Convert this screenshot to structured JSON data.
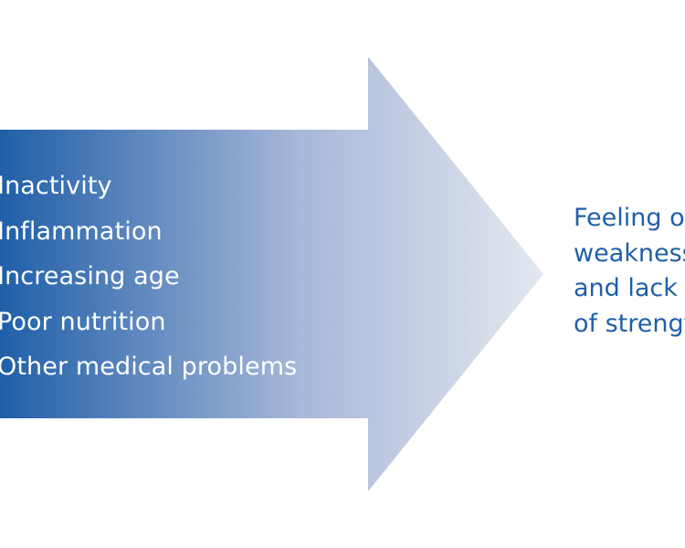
{
  "causes": [
    "Inactivity",
    "Inflammation",
    "Increasing age",
    "Poor nutrition",
    "Other medical problems"
  ],
  "outcome": [
    "Feeling of",
    "weakness",
    "and lack",
    "of strength"
  ],
  "colors": {
    "arrow_start": "#1f5fa8",
    "arrow_mid": "#a7b7d8",
    "arrow_end": "#e3e8ef",
    "cause_text": "#ffffff",
    "outcome_text": "#1f5fa8"
  }
}
